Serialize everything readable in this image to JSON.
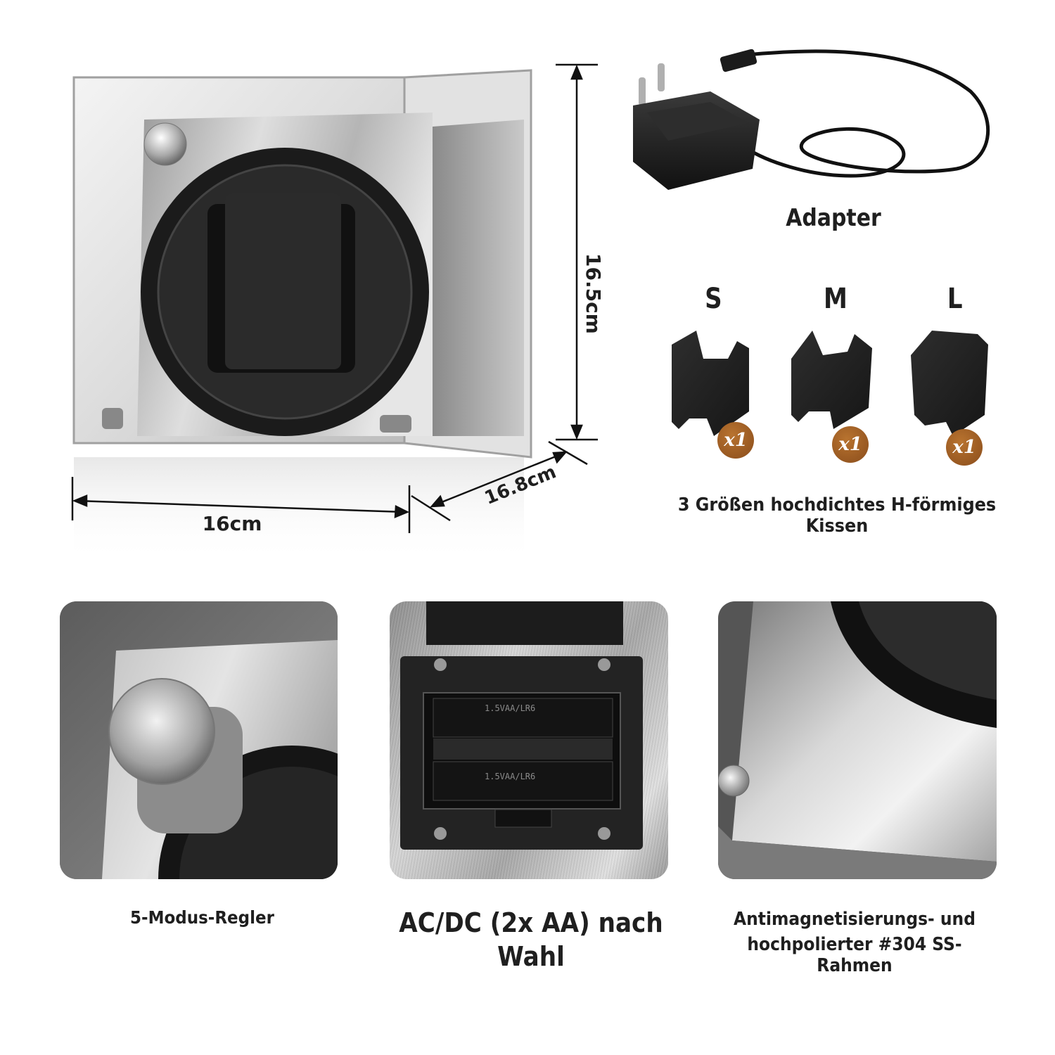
{
  "dimensions": {
    "height": "16.5cm",
    "width": "16cm",
    "depth": "16.8cm"
  },
  "adapter": {
    "label": "Adapter"
  },
  "cushions": {
    "sizes": [
      {
        "letter": "S",
        "quantity": "x1"
      },
      {
        "letter": "M",
        "quantity": "x1"
      },
      {
        "letter": "L",
        "quantity": "x1"
      }
    ],
    "caption": "3 Größen hochdichtes H-förmiges Kissen"
  },
  "features": [
    {
      "caption": "5-Modus-Regler"
    },
    {
      "caption_line1": "AC/DC (2x AA) nach",
      "caption_line2": "Wahl"
    },
    {
      "caption_line1": "Antimagnetisierungs- und",
      "caption_line2": "hochpolierter #304 SS-Rahmen"
    }
  ],
  "battery_labels": {
    "top": "1.5VAA/LR6",
    "bottom": "1.5VAA/LR6"
  },
  "colors": {
    "badge": "#9c5a22",
    "text": "#1f1f1f",
    "foam": "#222222"
  }
}
